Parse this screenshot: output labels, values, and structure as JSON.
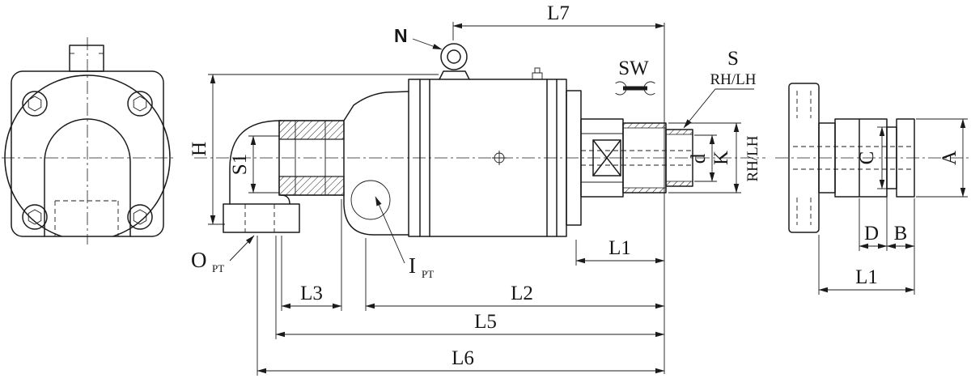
{
  "drawing": {
    "background": "#ffffff",
    "ink": "#1b1b1b",
    "labels": {
      "n": "N",
      "l7": "L7",
      "sw": "SW",
      "s": "S",
      "rh_lh_leader": "RH/LH",
      "h": "H",
      "s1": "S1",
      "d_shaft": "d",
      "k": "K",
      "rh_lh_axis": "RH/LH",
      "l1_mid": "L1",
      "o_port": "O",
      "o_port_sub": "PT",
      "i_port": "I",
      "i_port_sub": "PT",
      "l3": "L3",
      "l2": "L2",
      "l5": "L5",
      "l6": "L6",
      "a": "A",
      "c": "C",
      "d_dim": "D",
      "b": "B",
      "l1_right": "L1"
    }
  }
}
